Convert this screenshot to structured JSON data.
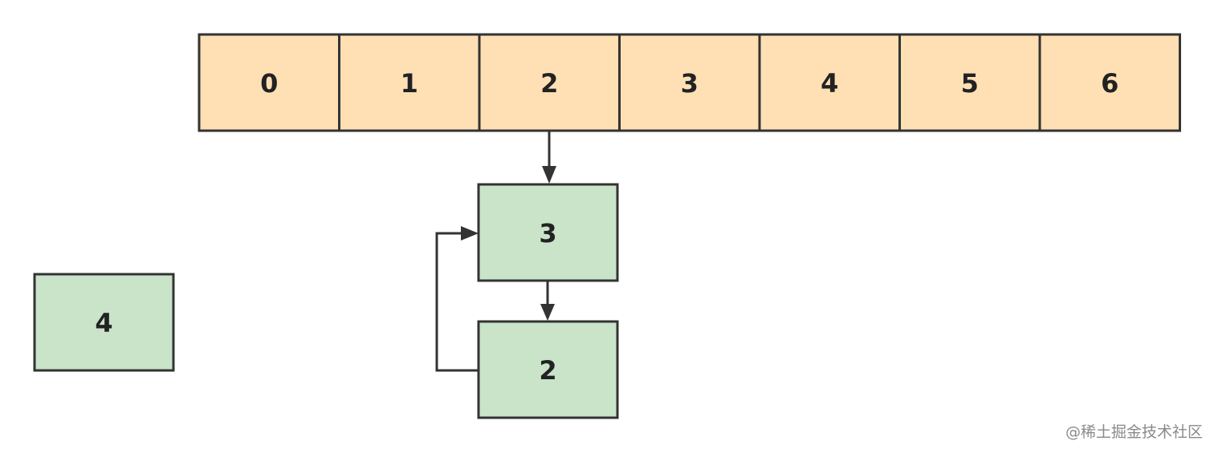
{
  "buckets": [
    "0",
    "1",
    "2",
    "3",
    "4",
    "5",
    "6"
  ],
  "chain_nodes": {
    "top": "3",
    "bottom": "2"
  },
  "detached_node": "4",
  "watermark": "@稀土掘金技术社区",
  "colors": {
    "bucket_fill": "#fee0b4",
    "node_fill": "#c9e4c9",
    "stroke": "#333333"
  }
}
